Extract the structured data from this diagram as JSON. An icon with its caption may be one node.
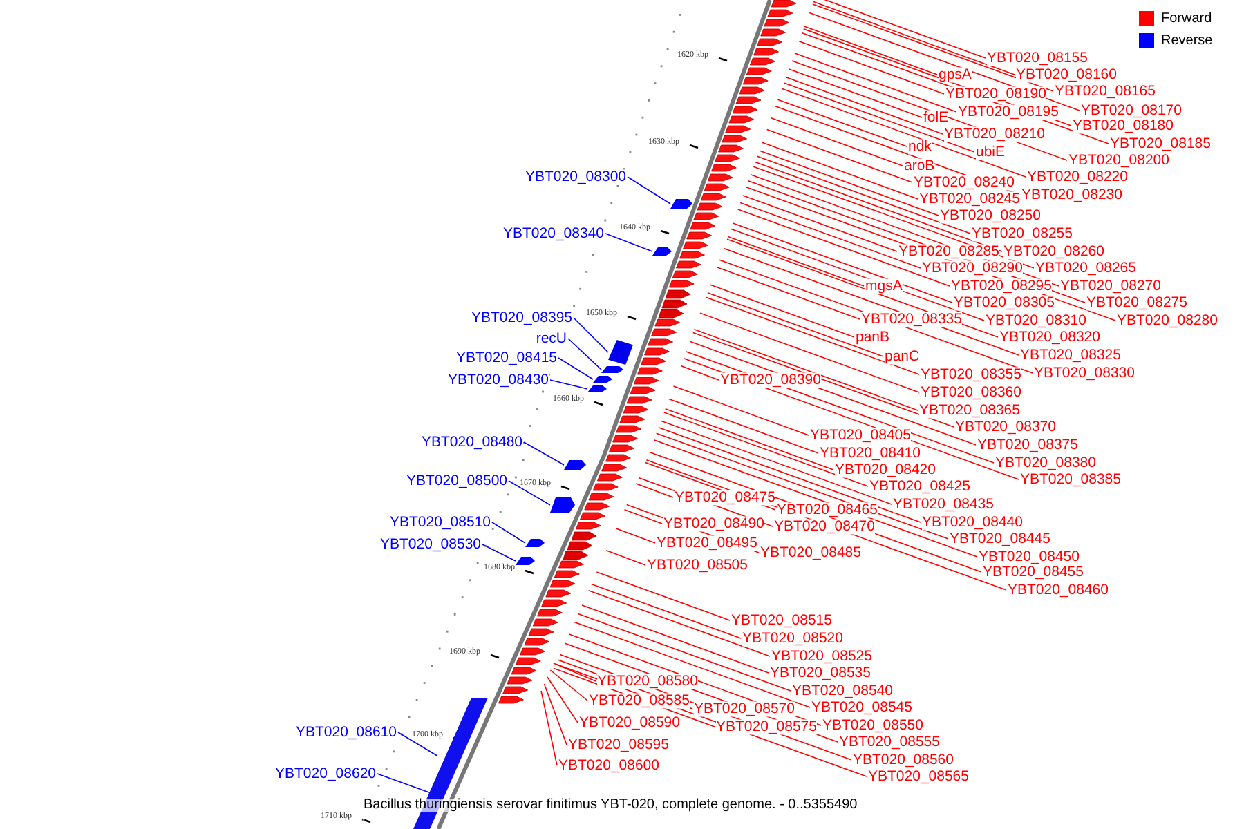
{
  "diagram": {
    "caption": "Bacillus thuringiensis serovar finitimus YBT-020, complete genome. - 0..5355490",
    "nodes": [
      {
        "text": [
          "YBT020_08155"
        ]
      },
      {
        "text": [
          "gpsA"
        ]
      },
      {
        "text": [
          "YBT020_08160"
        ]
      },
      {
        "text": [
          "YBT020_08190"
        ]
      },
      {
        "text": [
          "YBT020_08165"
        ]
      },
      {
        "text": [
          "folE"
        ]
      },
      {
        "text": [
          "YBT020_08195"
        ]
      },
      {
        "text": [
          "YBT020_08170"
        ]
      },
      {
        "text": [
          "YBT020_08180"
        ]
      },
      {
        "text": [
          "YBT020_08210"
        ]
      },
      {
        "text": [
          "YBT020_08185"
        ]
      },
      {
        "text": [
          "ndk"
        ]
      },
      {
        "text": [
          "ubiE"
        ]
      },
      {
        "text": [
          "YBT020_08200"
        ]
      },
      {
        "text": [
          "aroB"
        ]
      },
      {
        "text": [
          "YBT020_08300"
        ]
      },
      {
        "text": [
          "YBT020_08220"
        ]
      },
      {
        "text": [
          "YBT020_08240"
        ]
      },
      {
        "text": [
          "YBT020_08230"
        ]
      },
      {
        "text": [
          "YBT020_08245"
        ]
      },
      {
        "text": [
          "YBT020_08250"
        ]
      },
      {
        "text": [
          "YBT020_08340"
        ]
      },
      {
        "text": [
          "YBT020_08255"
        ]
      },
      {
        "text": [
          "YBT020_08285"
        ]
      },
      {
        "text": [
          "YBT020_08260"
        ]
      },
      {
        "text": [
          "YBT020_08290"
        ]
      },
      {
        "text": [
          "YBT020_08265"
        ]
      },
      {
        "text": [
          "mgsA"
        ]
      },
      {
        "text": [
          "YBT020_08295"
        ]
      },
      {
        "text": [
          "YBT020_08270"
        ]
      },
      {
        "text": [
          "YBT020_08305"
        ]
      },
      {
        "text": [
          "YBT020_08275"
        ]
      },
      {
        "text": [
          "YBT020_08395"
        ]
      },
      {
        "text": [
          "YBT020_08335"
        ]
      },
      {
        "text": [
          "YBT020_08310"
        ]
      },
      {
        "text": [
          "YBT020_08280"
        ]
      },
      {
        "text": [
          "panB"
        ]
      },
      {
        "text": [
          "YBT020_08320"
        ]
      },
      {
        "text": [
          "recU"
        ]
      },
      {
        "text": [
          "YBT020_08415"
        ]
      },
      {
        "text": [
          "panC"
        ]
      },
      {
        "text": [
          "YBT020_08325"
        ]
      },
      {
        "text": [
          "YBT020_08430"
        ]
      },
      {
        "text": [
          "YBT020_08390"
        ]
      },
      {
        "text": [
          "YBT020_08355"
        ]
      },
      {
        "text": [
          "YBT020_08330"
        ]
      },
      {
        "text": [
          "YBT020_08360"
        ]
      },
      {
        "text": [
          "YBT020_08365"
        ]
      },
      {
        "text": [
          "YBT020_08370"
        ]
      },
      {
        "text": [
          "YBT020_08405"
        ]
      },
      {
        "text": [
          "YBT020_08480"
        ]
      },
      {
        "text": [
          "YBT020_08375"
        ]
      },
      {
        "text": [
          "YBT020_08410"
        ]
      },
      {
        "text": [
          "YBT020_08380"
        ]
      },
      {
        "text": [
          "YBT020_08420"
        ]
      },
      {
        "text": [
          "YBT020_08385"
        ]
      },
      {
        "text": [
          "YBT020_08500"
        ]
      },
      {
        "text": [
          "YBT020_08425"
        ]
      },
      {
        "text": [
          "YBT020_08475"
        ]
      },
      {
        "text": [
          "YBT020_08435"
        ]
      },
      {
        "text": [
          "YBT020_08465"
        ]
      },
      {
        "text": [
          "YBT020_08510"
        ]
      },
      {
        "text": [
          "YBT020_08490"
        ]
      },
      {
        "text": [
          "YBT020_08470"
        ]
      },
      {
        "text": [
          "YBT020_08440"
        ]
      },
      {
        "text": [
          "YBT020_08445"
        ]
      },
      {
        "text": [
          "YBT020_08495"
        ]
      },
      {
        "text": [
          "YBT020_08530"
        ]
      },
      {
        "text": [
          "YBT020_08485"
        ]
      },
      {
        "text": [
          "YBT020_08450"
        ]
      },
      {
        "text": [
          "YBT020_08505"
        ]
      },
      {
        "text": [
          "YBT020_08455"
        ]
      },
      {
        "text": [
          "YBT020_08460"
        ]
      },
      {
        "text": [
          "YBT020_08515"
        ]
      },
      {
        "text": [
          "YBT020_08520"
        ]
      },
      {
        "text": [
          "YBT020_08525"
        ]
      },
      {
        "text": [
          "YBT020_08535"
        ]
      },
      {
        "text": [
          "YBT020_08580"
        ]
      },
      {
        "text": [
          "YBT020_08540"
        ]
      },
      {
        "text": [
          "YBT020_08585"
        ]
      },
      {
        "text": [
          "YBT020_08570"
        ]
      },
      {
        "text": [
          "YBT020_08545"
        ]
      },
      {
        "text": [
          "YBT020_08590"
        ]
      },
      {
        "text": [
          "YBT020_08575"
        ]
      },
      {
        "text": [
          "YBT020_08550"
        ]
      },
      {
        "text": [
          "YBT020_08610"
        ]
      },
      {
        "text": [
          "YBT020_08595"
        ]
      },
      {
        "text": [
          "YBT020_08555"
        ]
      },
      {
        "text": [
          "YBT020_08600"
        ]
      },
      {
        "text": [
          "YBT020_08560"
        ]
      },
      {
        "text": [
          "YBT020_08620"
        ]
      },
      {
        "text": [
          "YBT020_08565"
        ]
      },
      {
        "text": [],
        "shape": "arrow"
      },
      {
        "text": [],
        "shape": "arrow"
      },
      {
        "text": [],
        "shape": "box"
      },
      {
        "text": [],
        "shape": "arrow"
      },
      {
        "text": [],
        "shape": "arrow"
      },
      {
        "text": [],
        "shape": "arrow"
      },
      {
        "text": [],
        "shape": "arrow"
      },
      {
        "text": [],
        "shape": "arrow"
      },
      {
        "text": [],
        "shape": "arrow"
      },
      {
        "text": [],
        "shape": "arrow"
      },
      {
        "text": [],
        "shape": "bar"
      }
    ],
    "edges": [
      {
        "from": 0,
        "to": null,
        "arrow": "none"
      },
      {
        "from": 1,
        "to": null,
        "arrow": "none"
      },
      {
        "from": 2,
        "to": null,
        "arrow": "none"
      },
      {
        "from": 3,
        "to": null,
        "arrow": "none"
      },
      {
        "from": 4,
        "to": null,
        "arrow": "none"
      },
      {
        "from": 5,
        "to": null,
        "arrow": "none"
      },
      {
        "from": 6,
        "to": null,
        "arrow": "none"
      },
      {
        "from": 7,
        "to": null,
        "arrow": "none"
      },
      {
        "from": 8,
        "to": null,
        "arrow": "none"
      },
      {
        "from": 9,
        "to": null,
        "arrow": "none"
      },
      {
        "from": 10,
        "to": null,
        "arrow": "none"
      },
      {
        "from": 11,
        "to": null,
        "arrow": "none"
      },
      {
        "from": 12,
        "to": null,
        "arrow": "none"
      },
      {
        "from": 13,
        "to": null,
        "arrow": "none"
      },
      {
        "from": 14,
        "to": null,
        "arrow": "none"
      },
      {
        "from": 15,
        "to": 92,
        "arrow": "none",
        "color": "#0000ff"
      },
      {
        "from": 16,
        "to": null,
        "arrow": "none"
      },
      {
        "from": 17,
        "to": null,
        "arrow": "none"
      },
      {
        "from": 18,
        "to": null,
        "arrow": "none"
      },
      {
        "from": 19,
        "to": null,
        "arrow": "none"
      },
      {
        "from": 20,
        "to": null,
        "arrow": "none"
      },
      {
        "from": 21,
        "to": 93,
        "arrow": "none",
        "color": "#0000ff"
      },
      {
        "from": 22,
        "to": null,
        "arrow": "none"
      },
      {
        "from": 23,
        "to": null,
        "arrow": "none"
      },
      {
        "from": 24,
        "to": null,
        "arrow": "none"
      },
      {
        "from": 25,
        "to": null,
        "arrow": "none"
      },
      {
        "from": 26,
        "to": null,
        "arrow": "none"
      },
      {
        "from": 27,
        "to": null,
        "arrow": "none"
      },
      {
        "from": 28,
        "to": null,
        "arrow": "none"
      },
      {
        "from": 29,
        "to": null,
        "arrow": "none"
      },
      {
        "from": 30,
        "to": null,
        "arrow": "none"
      },
      {
        "from": 31,
        "to": null,
        "arrow": "none"
      },
      {
        "from": 32,
        "to": 94,
        "arrow": "none",
        "color": "#0000ff"
      },
      {
        "from": 33,
        "to": null,
        "arrow": "none"
      },
      {
        "from": 34,
        "to": null,
        "arrow": "none"
      },
      {
        "from": 35,
        "to": null,
        "arrow": "none"
      },
      {
        "from": 36,
        "to": null,
        "arrow": "none"
      },
      {
        "from": 37,
        "to": null,
        "arrow": "none"
      },
      {
        "from": 38,
        "to": 95,
        "arrow": "none",
        "color": "#0000ff"
      },
      {
        "from": 39,
        "to": 96,
        "arrow": "none",
        "color": "#0000ff"
      },
      {
        "from": 40,
        "to": null,
        "arrow": "none"
      },
      {
        "from": 41,
        "to": null,
        "arrow": "none"
      },
      {
        "from": 42,
        "to": 97,
        "arrow": "none",
        "color": "#0000ff"
      },
      {
        "from": 43,
        "to": null,
        "arrow": "none"
      },
      {
        "from": 44,
        "to": null,
        "arrow": "none"
      },
      {
        "from": 45,
        "to": null,
        "arrow": "none"
      },
      {
        "from": 46,
        "to": null,
        "arrow": "none"
      },
      {
        "from": 47,
        "to": null,
        "arrow": "none"
      },
      {
        "from": 48,
        "to": null,
        "arrow": "none"
      },
      {
        "from": 49,
        "to": null,
        "arrow": "none"
      },
      {
        "from": 50,
        "to": 98,
        "arrow": "none",
        "color": "#0000ff"
      },
      {
        "from": 51,
        "to": null,
        "arrow": "none"
      },
      {
        "from": 52,
        "to": null,
        "arrow": "none"
      },
      {
        "from": 53,
        "to": null,
        "arrow": "none"
      },
      {
        "from": 54,
        "to": null,
        "arrow": "none"
      },
      {
        "from": 55,
        "to": null,
        "arrow": "none"
      },
      {
        "from": 56,
        "to": 99,
        "arrow": "none",
        "color": "#0000ff"
      },
      {
        "from": 57,
        "to": null,
        "arrow": "none"
      },
      {
        "from": 58,
        "to": null,
        "arrow": "none"
      },
      {
        "from": 59,
        "to": null,
        "arrow": "none"
      },
      {
        "from": 60,
        "to": null,
        "arrow": "none"
      },
      {
        "from": 61,
        "to": 100,
        "arrow": "none",
        "color": "#0000ff"
      },
      {
        "from": 62,
        "to": null,
        "arrow": "none"
      },
      {
        "from": 63,
        "to": null,
        "arrow": "none"
      },
      {
        "from": 64,
        "to": null,
        "arrow": "none"
      },
      {
        "from": 65,
        "to": null,
        "arrow": "none"
      },
      {
        "from": 66,
        "to": null,
        "arrow": "none"
      },
      {
        "from": 67,
        "to": 101,
        "arrow": "none",
        "color": "#0000ff"
      },
      {
        "from": 68,
        "to": null,
        "arrow": "none"
      },
      {
        "from": 69,
        "to": null,
        "arrow": "none"
      },
      {
        "from": 70,
        "to": null,
        "arrow": "none"
      },
      {
        "from": 71,
        "to": null,
        "arrow": "none"
      },
      {
        "from": 72,
        "to": null,
        "arrow": "none"
      },
      {
        "from": 73,
        "to": null,
        "arrow": "none"
      },
      {
        "from": 74,
        "to": null,
        "arrow": "none"
      },
      {
        "from": 75,
        "to": null,
        "arrow": "none"
      },
      {
        "from": 76,
        "to": null,
        "arrow": "none"
      },
      {
        "from": 77,
        "to": null,
        "arrow": "none"
      },
      {
        "from": 78,
        "to": null,
        "arrow": "none"
      },
      {
        "from": 79,
        "to": null,
        "arrow": "none"
      },
      {
        "from": 80,
        "to": null,
        "arrow": "none"
      },
      {
        "from": 81,
        "to": null,
        "arrow": "none"
      },
      {
        "from": 82,
        "to": null,
        "arrow": "none"
      },
      {
        "from": 83,
        "to": null,
        "arrow": "none"
      },
      {
        "from": 84,
        "to": null,
        "arrow": "none"
      },
      {
        "from": 85,
        "to": 102,
        "arrow": "none",
        "color": "#0000ff"
      },
      {
        "from": 86,
        "to": null,
        "arrow": "none"
      },
      {
        "from": 87,
        "to": null,
        "arrow": "none"
      },
      {
        "from": 88,
        "to": null,
        "arrow": "none"
      },
      {
        "from": 89,
        "to": null,
        "arrow": "none"
      },
      {
        "from": 90,
        "to": 102,
        "arrow": "none",
        "color": "#0000ff"
      },
      {
        "from": 91,
        "to": null,
        "arrow": "none"
      }
    ],
    "labels": [
      "1620 kbp",
      "1630 kbp",
      "1640 kbp",
      "1650 kbp",
      "1660 kbp",
      "1670 kbp",
      "1680 kbp",
      "1690 kbp",
      "1700 kbp",
      "1710 kbp"
    ],
    "legend": [
      {
        "text": "Forward",
        "color": "#ff0000"
      },
      {
        "text": "Reverse",
        "color": "#0000ff"
      }
    ]
  }
}
